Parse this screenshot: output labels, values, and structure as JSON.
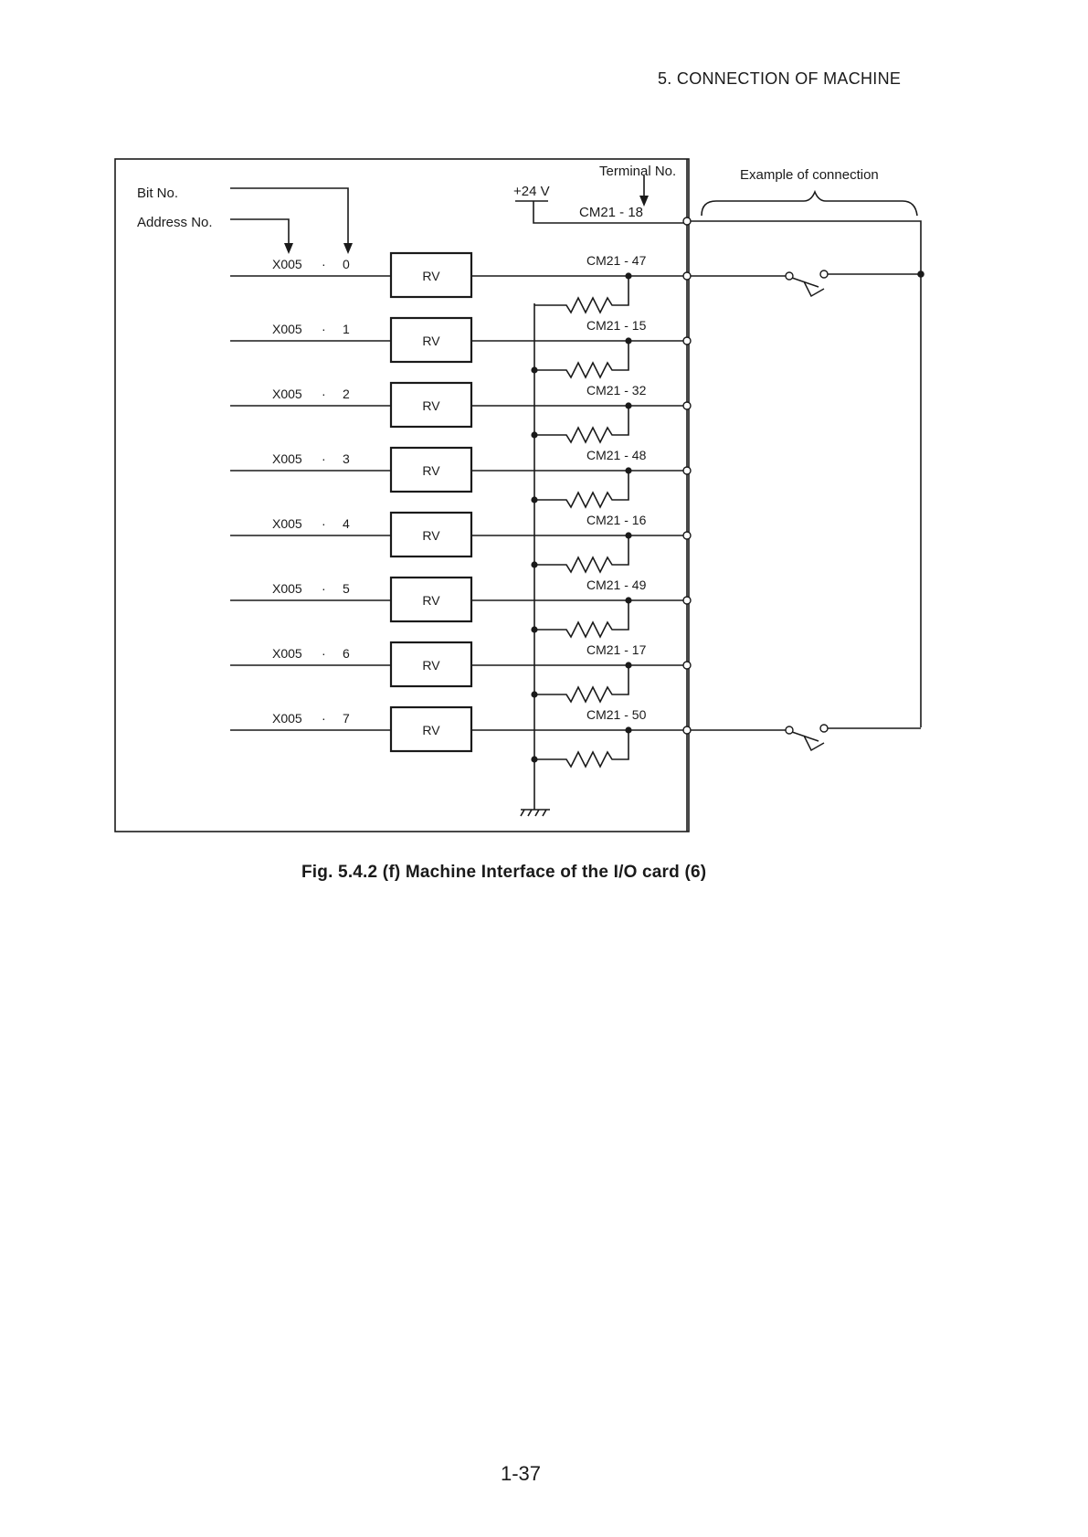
{
  "header": {
    "section_title": "5.  CONNECTION OF MACHINE"
  },
  "diagram": {
    "bit_label": "Bit No.",
    "address_label": "Address No.",
    "terminal_label": "Terminal No.",
    "supply_label": "+24 V",
    "common_terminal": "CM21 - 18",
    "example_label": "Example of connection",
    "receiver_label": "RV",
    "inputs": [
      {
        "address": "X005",
        "bit": "0",
        "terminal": "CM21 - 47"
      },
      {
        "address": "X005",
        "bit": "1",
        "terminal": "CM21 - 15"
      },
      {
        "address": "X005",
        "bit": "2",
        "terminal": "CM21 - 32"
      },
      {
        "address": "X005",
        "bit": "3",
        "terminal": "CM21 - 48"
      },
      {
        "address": "X005",
        "bit": "4",
        "terminal": "CM21 - 16"
      },
      {
        "address": "X005",
        "bit": "5",
        "terminal": "CM21 - 49"
      },
      {
        "address": "X005",
        "bit": "6",
        "terminal": "CM21 - 17"
      },
      {
        "address": "X005",
        "bit": "7",
        "terminal": "CM21 - 50"
      }
    ]
  },
  "caption": "Fig. 5.4.2 (f)   Machine Interface of the I/O card (6)",
  "footer": {
    "page_number": "1-37"
  }
}
